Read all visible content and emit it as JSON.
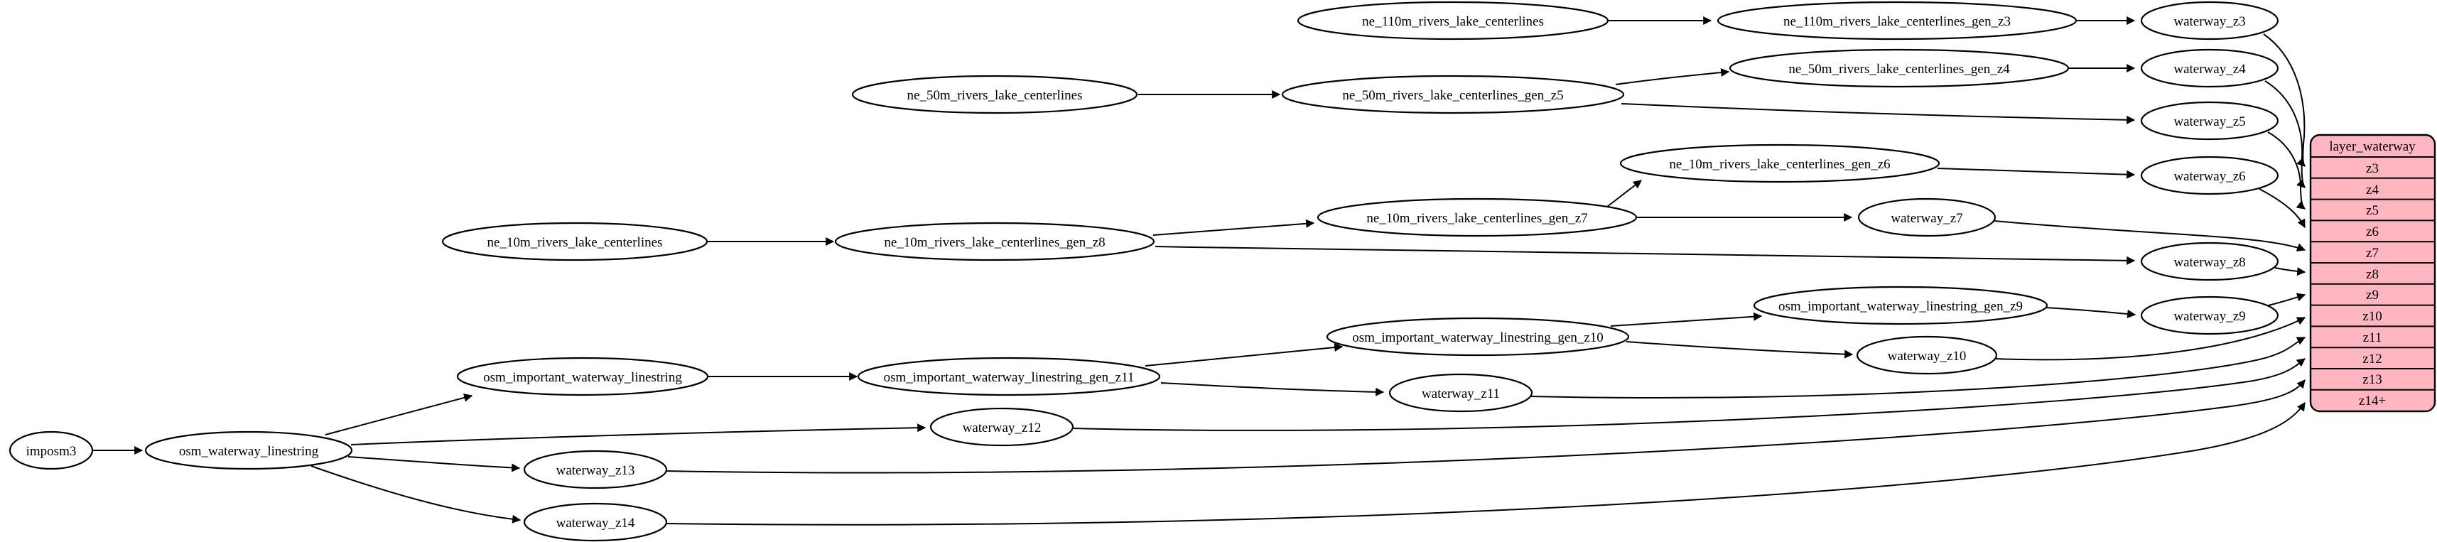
{
  "colors": {
    "background": "#ffffff",
    "node_fill": "#ffffff",
    "stroke": "#000000",
    "table_fill": "#ffb6c1"
  },
  "nodes": {
    "imposm3": "imposm3",
    "osm_waterway_linestring": "osm_waterway_linestring",
    "osm_important_waterway_linestring": "osm_important_waterway_linestring",
    "osm_important_waterway_linestring_gen_z11": "osm_important_waterway_linestring_gen_z11",
    "osm_important_waterway_linestring_gen_z10": "osm_important_waterway_linestring_gen_z10",
    "osm_important_waterway_linestring_gen_z9": "osm_important_waterway_linestring_gen_z9",
    "ne_110m_rivers_lake_centerlines": "ne_110m_rivers_lake_centerlines",
    "ne_110m_rivers_lake_centerlines_gen_z3": "ne_110m_rivers_lake_centerlines_gen_z3",
    "ne_50m_rivers_lake_centerlines": "ne_50m_rivers_lake_centerlines",
    "ne_50m_rivers_lake_centerlines_gen_z5": "ne_50m_rivers_lake_centerlines_gen_z5",
    "ne_50m_rivers_lake_centerlines_gen_z4": "ne_50m_rivers_lake_centerlines_gen_z4",
    "ne_10m_rivers_lake_centerlines": "ne_10m_rivers_lake_centerlines",
    "ne_10m_rivers_lake_centerlines_gen_z8": "ne_10m_rivers_lake_centerlines_gen_z8",
    "ne_10m_rivers_lake_centerlines_gen_z7": "ne_10m_rivers_lake_centerlines_gen_z7",
    "ne_10m_rivers_lake_centerlines_gen_z6": "ne_10m_rivers_lake_centerlines_gen_z6",
    "waterway_z3": "waterway_z3",
    "waterway_z4": "waterway_z4",
    "waterway_z5": "waterway_z5",
    "waterway_z6": "waterway_z6",
    "waterway_z7": "waterway_z7",
    "waterway_z8": "waterway_z8",
    "waterway_z9": "waterway_z9",
    "waterway_z10": "waterway_z10",
    "waterway_z11": "waterway_z11",
    "waterway_z12": "waterway_z12",
    "waterway_z13": "waterway_z13",
    "waterway_z14": "waterway_z14"
  },
  "table": {
    "title": "layer_waterway",
    "rows": [
      "z3",
      "z4",
      "z5",
      "z6",
      "z7",
      "z8",
      "z9",
      "z10",
      "z11",
      "z12",
      "z13",
      "z14+"
    ]
  },
  "edges": [
    {
      "from": "imposm3",
      "to": "osm_waterway_linestring"
    },
    {
      "from": "osm_waterway_linestring",
      "to": "osm_important_waterway_linestring"
    },
    {
      "from": "osm_waterway_linestring",
      "to": "waterway_z12"
    },
    {
      "from": "osm_waterway_linestring",
      "to": "waterway_z13"
    },
    {
      "from": "osm_waterway_linestring",
      "to": "waterway_z14"
    },
    {
      "from": "osm_important_waterway_linestring",
      "to": "osm_important_waterway_linestring_gen_z11"
    },
    {
      "from": "osm_important_waterway_linestring_gen_z11",
      "to": "osm_important_waterway_linestring_gen_z10"
    },
    {
      "from": "osm_important_waterway_linestring_gen_z11",
      "to": "waterway_z11"
    },
    {
      "from": "osm_important_waterway_linestring_gen_z10",
      "to": "osm_important_waterway_linestring_gen_z9"
    },
    {
      "from": "osm_important_waterway_linestring_gen_z10",
      "to": "waterway_z10"
    },
    {
      "from": "osm_important_waterway_linestring_gen_z9",
      "to": "waterway_z9"
    },
    {
      "from": "ne_110m_rivers_lake_centerlines",
      "to": "ne_110m_rivers_lake_centerlines_gen_z3"
    },
    {
      "from": "ne_110m_rivers_lake_centerlines_gen_z3",
      "to": "waterway_z3"
    },
    {
      "from": "ne_50m_rivers_lake_centerlines",
      "to": "ne_50m_rivers_lake_centerlines_gen_z5"
    },
    {
      "from": "ne_50m_rivers_lake_centerlines_gen_z5",
      "to": "ne_50m_rivers_lake_centerlines_gen_z4"
    },
    {
      "from": "ne_50m_rivers_lake_centerlines_gen_z5",
      "to": "waterway_z5"
    },
    {
      "from": "ne_50m_rivers_lake_centerlines_gen_z4",
      "to": "waterway_z4"
    },
    {
      "from": "ne_10m_rivers_lake_centerlines",
      "to": "ne_10m_rivers_lake_centerlines_gen_z8"
    },
    {
      "from": "ne_10m_rivers_lake_centerlines_gen_z8",
      "to": "ne_10m_rivers_lake_centerlines_gen_z7"
    },
    {
      "from": "ne_10m_rivers_lake_centerlines_gen_z8",
      "to": "waterway_z8"
    },
    {
      "from": "ne_10m_rivers_lake_centerlines_gen_z7",
      "to": "ne_10m_rivers_lake_centerlines_gen_z6"
    },
    {
      "from": "ne_10m_rivers_lake_centerlines_gen_z7",
      "to": "waterway_z7"
    },
    {
      "from": "ne_10m_rivers_lake_centerlines_gen_z6",
      "to": "waterway_z6"
    },
    {
      "from": "waterway_z3",
      "to": "layer_waterway.z3"
    },
    {
      "from": "waterway_z4",
      "to": "layer_waterway.z4"
    },
    {
      "from": "waterway_z5",
      "to": "layer_waterway.z5"
    },
    {
      "from": "waterway_z6",
      "to": "layer_waterway.z6"
    },
    {
      "from": "waterway_z7",
      "to": "layer_waterway.z7"
    },
    {
      "from": "waterway_z8",
      "to": "layer_waterway.z8"
    },
    {
      "from": "waterway_z9",
      "to": "layer_waterway.z9"
    },
    {
      "from": "waterway_z10",
      "to": "layer_waterway.z10"
    },
    {
      "from": "waterway_z11",
      "to": "layer_waterway.z11"
    },
    {
      "from": "waterway_z12",
      "to": "layer_waterway.z12"
    },
    {
      "from": "waterway_z13",
      "to": "layer_waterway.z13"
    },
    {
      "from": "waterway_z14",
      "to": "layer_waterway.z14+"
    }
  ]
}
